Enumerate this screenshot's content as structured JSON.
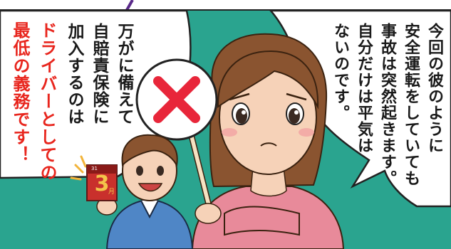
{
  "bubbles": {
    "left": {
      "lines": [
        "万がに備えて",
        "自賠責保険に",
        "加入するのは"
      ],
      "emphasis": [
        "ドライバーとしての",
        "最低の義務です！"
      ]
    },
    "right": {
      "lines": [
        "今回の彼のように",
        "安全運転をしていても",
        "事故は突然起きます。",
        "自分だけは平気は",
        "ないのです。"
      ]
    }
  },
  "calendar": {
    "month": "3",
    "unit": "月",
    "top": "31"
  },
  "colors": {
    "teal": "#2aa48f",
    "red_text": "#e8261e",
    "skin": "#f6d2b8",
    "pink_top": "#e88a9a",
    "hair": "#8a5430",
    "jacket": "#4f86c6",
    "sign_red": "#e8263a"
  },
  "icons": {
    "cross_sign": "x-mark-icon",
    "calendar": "calendar-icon"
  }
}
